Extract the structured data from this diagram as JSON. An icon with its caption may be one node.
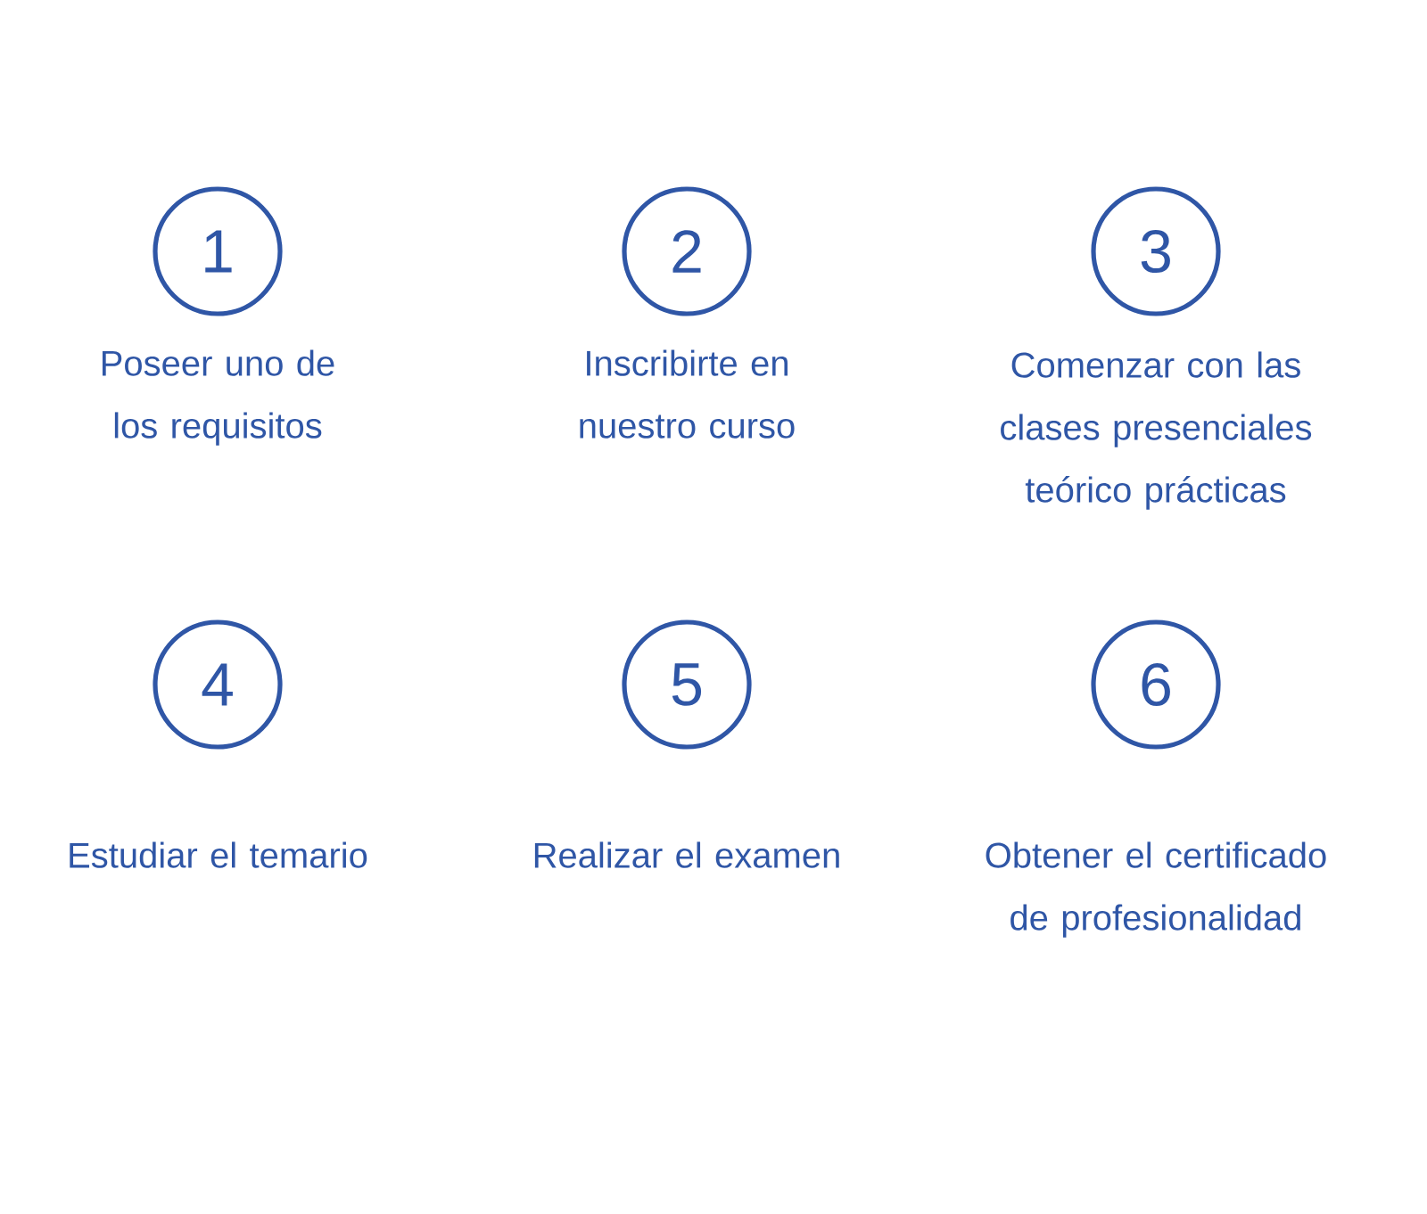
{
  "diagram": {
    "nodes": [
      {
        "text": [
          "1"
        ],
        "beside": [
          "Poseer uno de los requisitos"
        ]
      },
      {
        "text": [
          "2"
        ],
        "beside": [
          "Inscribirte en nuestro curso"
        ]
      },
      {
        "text": [
          "3"
        ],
        "beside": [
          "Comenzar con las clases presenciales teórico prácticas"
        ]
      },
      {
        "text": [
          "4"
        ],
        "beside": [
          "Estudiar el temario"
        ]
      },
      {
        "text": [
          "5"
        ],
        "beside": [
          "Realizar el examen"
        ]
      },
      {
        "text": [
          "6"
        ],
        "beside": [
          "Obtener el certificado de profesionalidad"
        ]
      }
    ]
  }
}
